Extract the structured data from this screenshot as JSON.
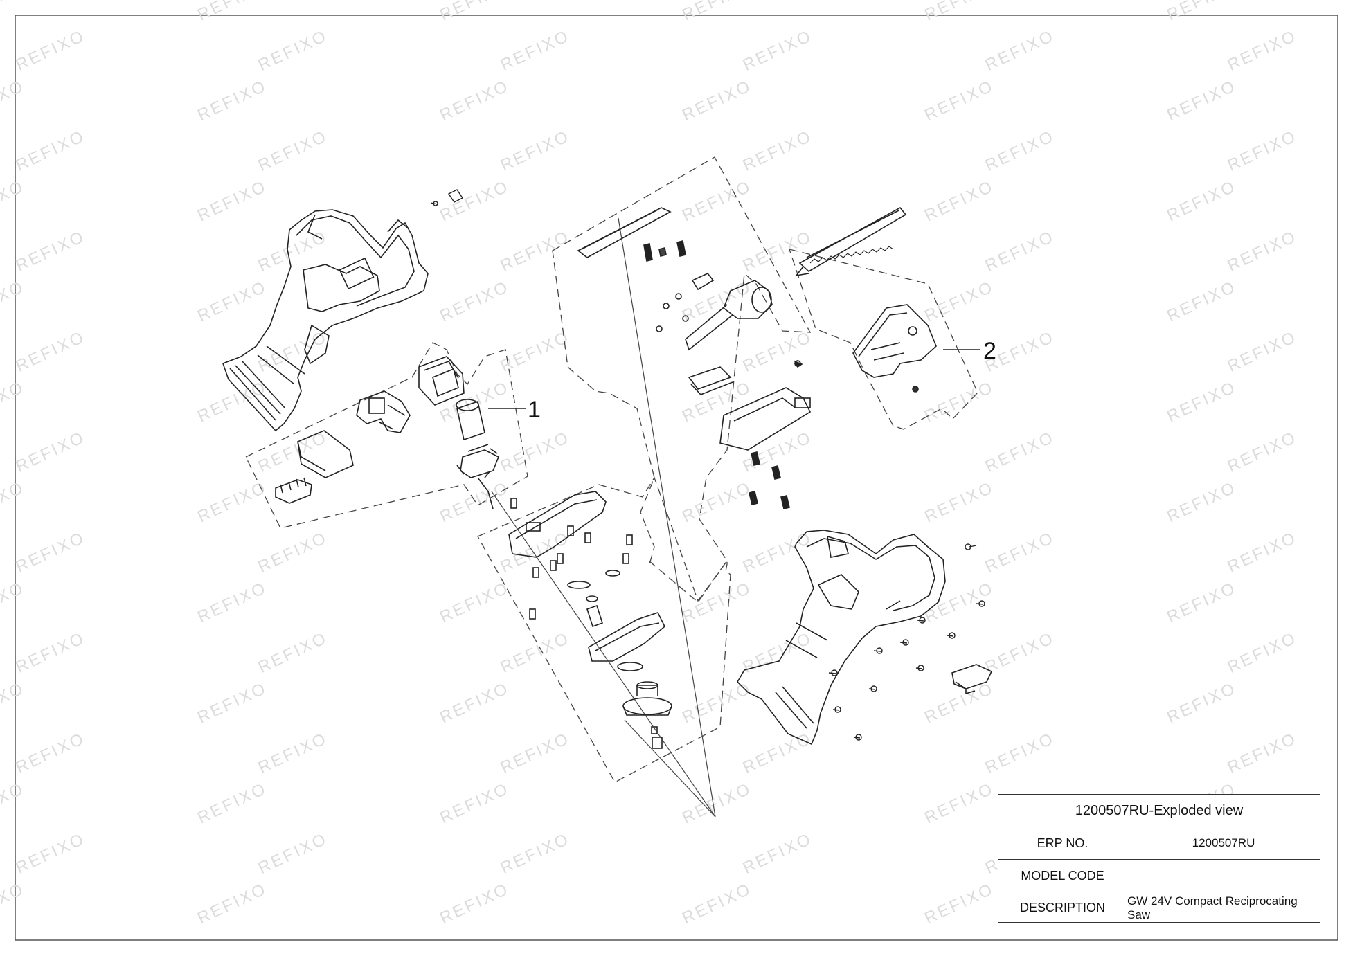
{
  "watermark": "REFIXO",
  "callouts": [
    "1",
    "2"
  ],
  "title_block": {
    "title": "1200507RU-Exploded view",
    "rows": [
      {
        "label": "ERP NO.",
        "value": "1200507RU"
      },
      {
        "label": "MODEL CODE",
        "value": ""
      },
      {
        "label": "DESCRIPTION",
        "value": "GW 24V Compact Reciprocating Saw"
      }
    ]
  }
}
